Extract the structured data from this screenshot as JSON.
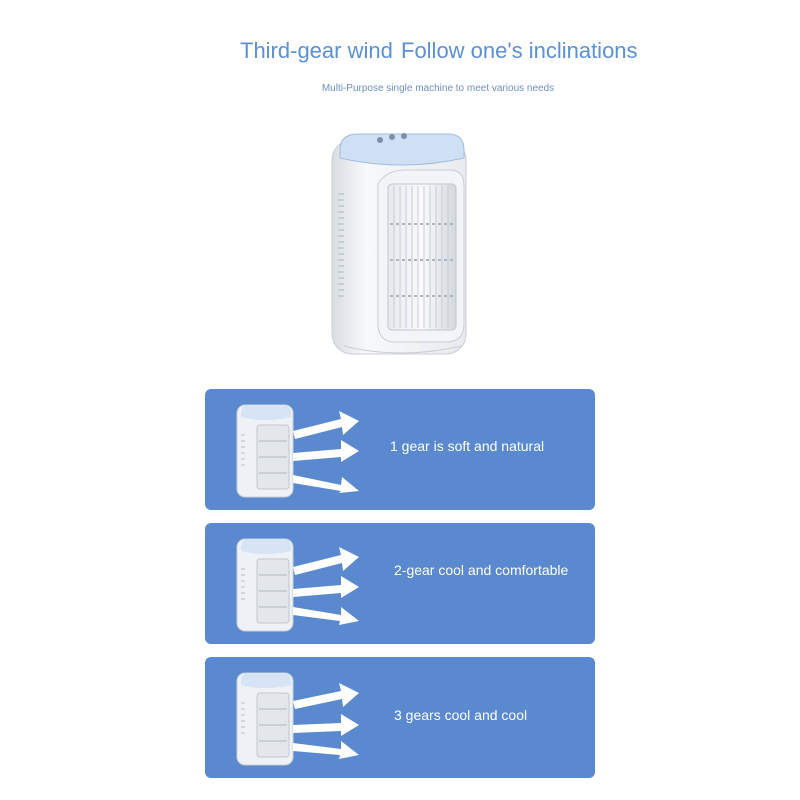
{
  "header": {
    "title_part1": "Third-gear wind",
    "title_part2": "Follow one's inclinations",
    "subtitle": "Multi-Purpose single machine to meet various needs"
  },
  "product": {
    "image": "air-cooler-product-icon"
  },
  "gears": [
    {
      "label": "1 gear is soft and natural"
    },
    {
      "label": "2-gear cool and comfortable"
    },
    {
      "label": "3 gears cool and cool"
    }
  ],
  "colors": {
    "title": "#5b8fd6",
    "card_background": "#5a89cf",
    "card_text": "#ffffff"
  }
}
